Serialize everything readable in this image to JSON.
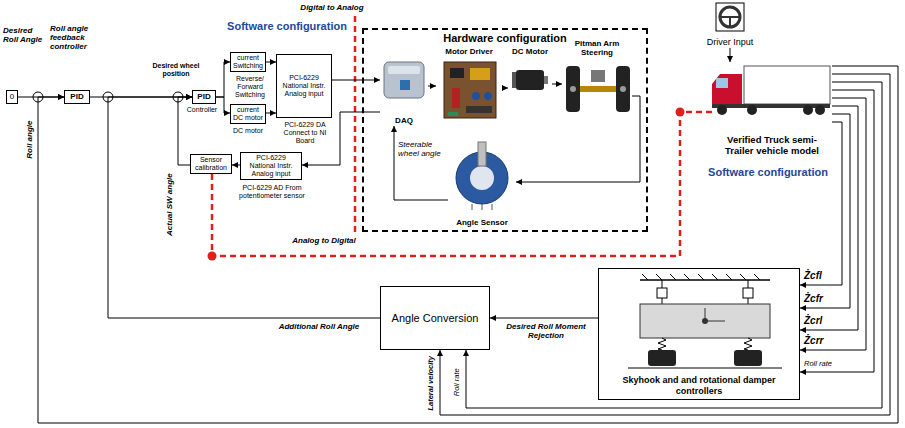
{
  "diagram": {
    "nodes": [
      {
        "text": [
          "0"
        ]
      },
      {
        "text": [
          "PID"
        ]
      },
      {
        "text": [
          "PID"
        ]
      },
      {
        "text": [
          "current Switching"
        ]
      },
      {
        "text": [
          "current DC motor"
        ]
      },
      {
        "text": [
          "PCI-6229 National Instr. Analog input"
        ]
      },
      {
        "text": [
          "Sensor calibration"
        ]
      },
      {
        "text": [
          "PCI-6229 National Instr. Analog input"
        ]
      },
      {
        "text": [
          "Hardware configuration"
        ]
      },
      {
        "text": [
          "DAQ"
        ],
        "in": 8
      },
      {
        "text": [
          "Motor Driver"
        ],
        "in": 8
      },
      {
        "text": [
          "DC Motor"
        ],
        "in": 8
      },
      {
        "text": [
          "Pitman Arm Steering"
        ],
        "in": 8
      },
      {
        "text": [
          "Angle Sensor"
        ],
        "in": 8
      },
      {
        "text": [
          "Driver Input"
        ]
      },
      {
        "text": [
          "Verified Truck semi-Trailer vehicle model"
        ]
      },
      {
        "text": [
          "Angle Conversion"
        ]
      },
      {
        "text": [
          "Skyhook and and rotational damper controllers"
        ]
      }
    ],
    "edges": [
      {
        "from": 0,
        "to": 1,
        "arrow": "to"
      },
      {
        "from": 1,
        "to": 2,
        "arrow": "to"
      },
      {
        "from": 2,
        "to": 3,
        "arrow": "to"
      },
      {
        "from": 2,
        "to": 4,
        "arrow": "to"
      },
      {
        "from": 3,
        "to": 5,
        "arrow": "to"
      },
      {
        "from": 4,
        "to": 5,
        "arrow": "to"
      },
      {
        "from": 5,
        "to": 9,
        "arrow": "to"
      },
      {
        "from": 9,
        "to": 10,
        "arrow": "to"
      },
      {
        "from": 10,
        "to": 11,
        "arrow": "to"
      },
      {
        "from": 11,
        "to": 12,
        "arrow": "to"
      },
      {
        "from": 12,
        "to": 13,
        "arrow": "to"
      },
      {
        "from": 13,
        "to": 9,
        "arrow": "to",
        "label": "Steerable wheel angle"
      },
      {
        "from": 9,
        "to": 7,
        "arrow": "to"
      },
      {
        "from": 7,
        "to": 6,
        "arrow": "to"
      },
      {
        "from": 6,
        "to": 2,
        "arrow": "to",
        "label": "Actual SW angle"
      },
      {
        "from": 15,
        "to": 6,
        "arrow": "none"
      },
      {
        "from": 14,
        "to": 15,
        "arrow": "to"
      },
      {
        "from": 15,
        "to": 17,
        "arrow": "to"
      },
      {
        "from": 17,
        "to": 16,
        "arrow": "to",
        "label": "Desired Roll Moment Rejection"
      },
      {
        "from": 16,
        "to": 2,
        "arrow": "to",
        "label": "Additional Roll Angle"
      },
      {
        "from": 15,
        "to": 16,
        "arrow": "to",
        "label": "Lateral velocity"
      },
      {
        "from": 15,
        "to": 1,
        "arrow": "to",
        "label": "Roll angle"
      }
    ],
    "labels": [
      "Desired Roll Angle",
      "Roll angle feedback controller",
      "Software configuration",
      "Digital to Analog",
      "Desired wheel position",
      "Controller",
      "Reverse/ Forward Switching",
      "DC motor",
      "PCI-6229 DA Connect to NI Board",
      "PCI-6229 AD From potentiometer sensor",
      "Analog to Digital",
      "Software configuration",
      "Żcfl",
      "Żcfr",
      "Żcrl",
      "Żcrr",
      "Roll rate",
      "Roll rate"
    ]
  }
}
